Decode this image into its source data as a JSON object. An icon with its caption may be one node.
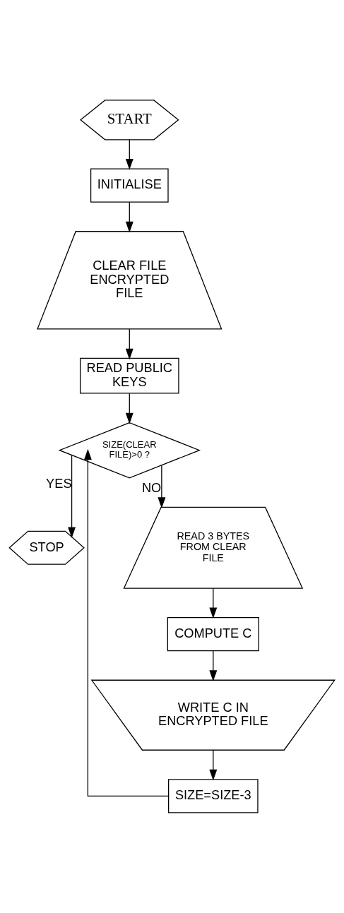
{
  "diagram": {
    "nodes": [
      {
        "text": [
          "START"
        ]
      },
      {
        "text": [
          "INITIALISE"
        ]
      },
      {
        "text": [
          "CLEAR FILE ENCRYPTED FILE"
        ]
      },
      {
        "text": [
          "READ PUBLIC KEYS"
        ]
      },
      {
        "text": [
          "SIZE(CLEAR FILE)>0 ?"
        ]
      },
      {
        "text": [
          "STOP"
        ]
      },
      {
        "text": [
          "READ 3 BYTES FROM CLEAR FILE"
        ]
      },
      {
        "text": [
          "COMPUTE C"
        ]
      },
      {
        "text": [
          "WRITE C IN ENCRYPTED FILE"
        ]
      },
      {
        "text": [
          "SIZE=SIZE-3"
        ]
      }
    ],
    "edges": [
      {
        "from": 0,
        "to": 1,
        "arrow": "to"
      },
      {
        "from": 1,
        "to": 2,
        "arrow": "to"
      },
      {
        "from": 2,
        "to": 3,
        "arrow": "to"
      },
      {
        "from": 3,
        "to": 4,
        "arrow": "to"
      },
      {
        "from": 4,
        "to": 5,
        "arrow": "to",
        "label": "YES"
      },
      {
        "from": 4,
        "to": 6,
        "arrow": "to",
        "label": "NO"
      },
      {
        "from": 6,
        "to": 7,
        "arrow": "to"
      },
      {
        "from": 7,
        "to": 8,
        "arrow": "to"
      },
      {
        "from": 8,
        "to": 9,
        "arrow": "to"
      },
      {
        "from": 9,
        "to": 4,
        "arrow": "to"
      }
    ]
  }
}
